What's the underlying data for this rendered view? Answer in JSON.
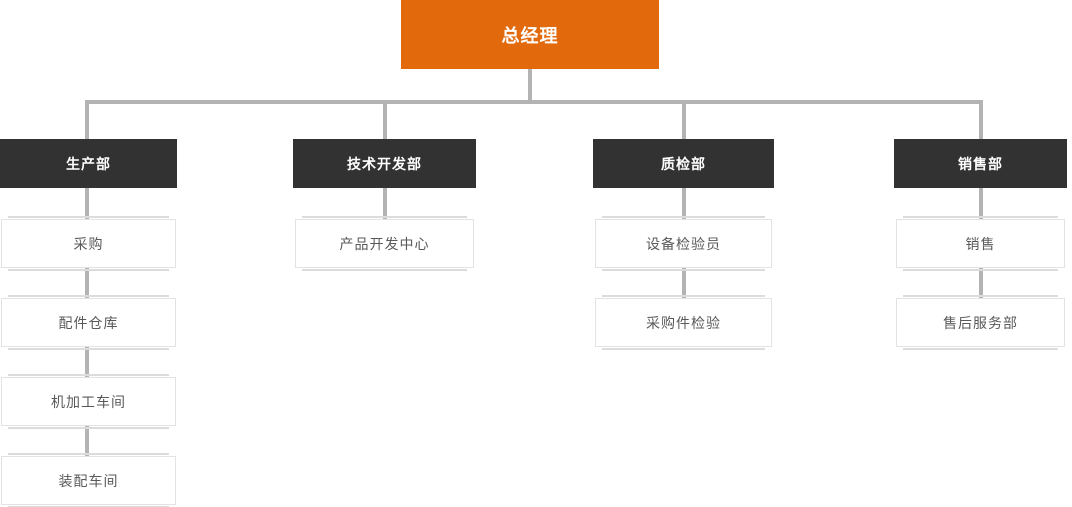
{
  "colors": {
    "page_bg": "#ffffff",
    "root_bg": "#e26a0c",
    "root_text": "#ffffff",
    "dept_bg": "#323232",
    "dept_text": "#ffffff",
    "node_border": "#e3e3e3",
    "node_shadow": "#dcdcdc",
    "node_text": "#595959",
    "connector": "#b3b3b3"
  },
  "chart": {
    "type": "org-chart",
    "root": {
      "label": "总经理"
    },
    "columns": [
      {
        "dept": "生产部",
        "children": [
          "采购",
          "配件仓库",
          "机加工车间",
          "装配车间"
        ]
      },
      {
        "dept": "技术开发部",
        "children": [
          "产品开发中心"
        ]
      },
      {
        "dept": "质检部",
        "children": [
          "设备检验员",
          "采购件检验"
        ]
      },
      {
        "dept": "销售部",
        "children": [
          "销售",
          "售后服务部"
        ]
      }
    ]
  }
}
